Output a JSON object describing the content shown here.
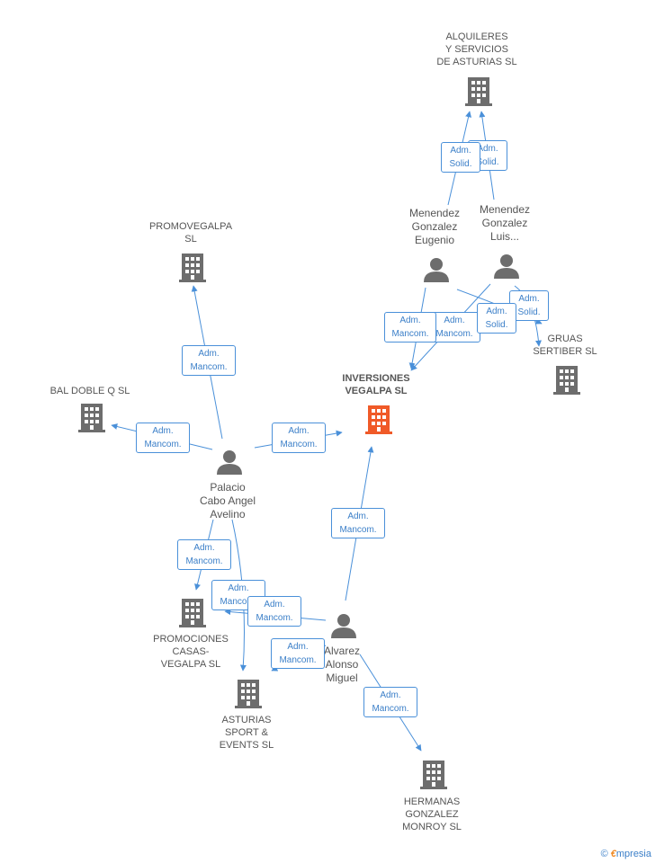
{
  "colors": {
    "edge": "#4a90d9",
    "company": "#6d6d6d",
    "main_company": "#f05a28",
    "person": "#6d6d6d"
  },
  "nodes": {
    "alquileres": {
      "label": [
        "ALQUILERES",
        "Y SERVICIOS",
        "DE ASTURIAS SL"
      ]
    },
    "promovegalpa": {
      "label": [
        "PROMOVEGALPA",
        "SL"
      ]
    },
    "bal_doble": {
      "label": [
        "BAL DOBLE Q SL"
      ]
    },
    "inversiones": {
      "label": [
        "INVERSIONES",
        "VEGALPA SL"
      ]
    },
    "gruas": {
      "label": [
        "GRUAS",
        "SERTIBER SL"
      ]
    },
    "promociones": {
      "label": [
        "PROMOCIONES",
        "CASAS-",
        "VEGALPA SL"
      ]
    },
    "asturias_sport": {
      "label": [
        "ASTURIAS",
        "SPORT &",
        "EVENTS SL"
      ]
    },
    "hermanas": {
      "label": [
        "HERMANAS",
        "GONZALEZ",
        "MONROY SL"
      ]
    },
    "eugenio": {
      "label": [
        "Menendez",
        "Gonzalez",
        "Eugenio"
      ]
    },
    "luis": {
      "label": [
        "Menendez",
        "Gonzalez",
        "Luis..."
      ]
    },
    "palacio": {
      "label": [
        "Palacio",
        "Cabo Angel",
        "Avelino"
      ]
    },
    "alvarez": {
      "label": [
        "Alvarez",
        "Alonso",
        "Miguel"
      ]
    }
  },
  "badges": {
    "b1": [
      "Adm.",
      "Solid."
    ],
    "b2": [
      "Adm.",
      "Solid."
    ],
    "b3": [
      "Adm.",
      "Mancom."
    ],
    "b4": [
      "Adm.",
      "Mancom."
    ],
    "b5": [
      "Adm.",
      "Solid."
    ],
    "b6": [
      "Adm.",
      "Solid."
    ],
    "b7": [
      "Adm.",
      "Mancom."
    ],
    "b8": [
      "Adm.",
      "Mancom."
    ],
    "b9": [
      "Adm.",
      "Mancom."
    ],
    "b10": [
      "Adm.",
      "Mancom."
    ],
    "b11": [
      "Adm.",
      "Mancom."
    ],
    "b12": [
      "Adm.",
      "Mancom."
    ],
    "b13": [
      "Adm.",
      "Mancom."
    ],
    "b14": [
      "Adm.",
      "Mancom."
    ],
    "b15": [
      "Adm.",
      "Mancom."
    ]
  },
  "footer": {
    "copyright": "©",
    "brand_first": "€",
    "brand_rest": "mpresia"
  }
}
